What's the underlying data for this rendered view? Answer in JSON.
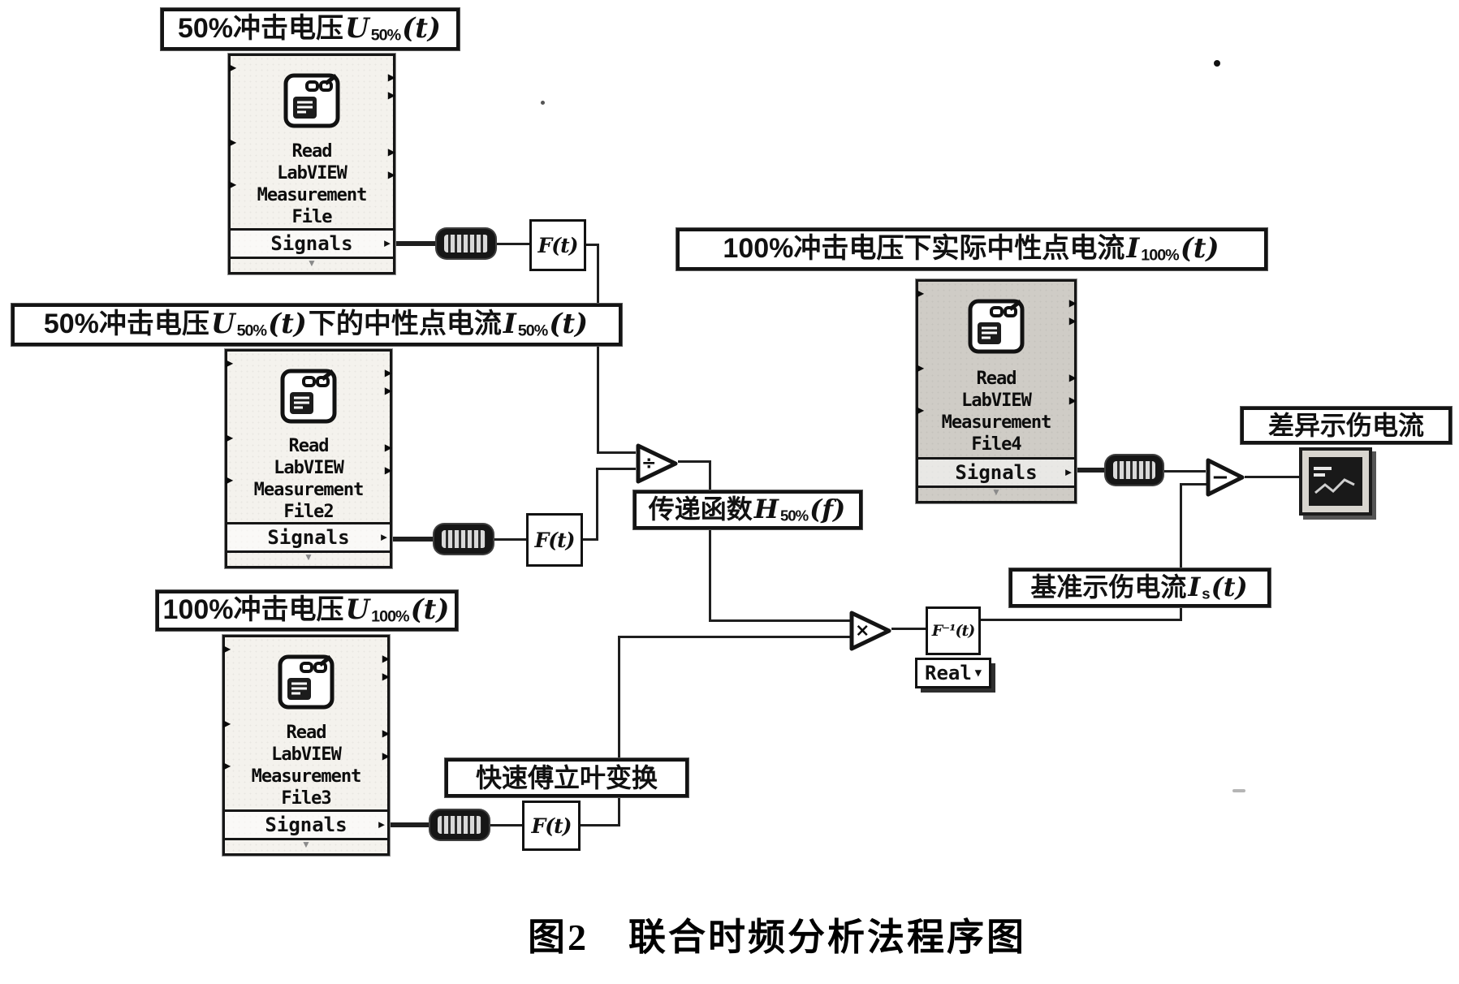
{
  "page": {
    "caption": "图2　联合时频分析法程序图"
  },
  "colors": {
    "ink": "#1a1a1a",
    "block_fill": "#f4f2ed",
    "block4_fill": "#cfccc6",
    "label_border": "#141414",
    "shadow": "#555555"
  },
  "glyphs": {
    "output_arrow": "▶",
    "input_arrow": "▶",
    "expand_arrow": "▼"
  },
  "labels": {
    "u50": {
      "parts": [
        {
          "text": "50%冲击电压"
        },
        {
          "text": "U",
          "cls": "it"
        },
        {
          "text": "50%",
          "cls": "sub"
        },
        {
          "text": "(t)",
          "cls": "it"
        }
      ]
    },
    "i50": {
      "parts": [
        {
          "text": "50%冲击电压"
        },
        {
          "text": "U",
          "cls": "it"
        },
        {
          "text": "50%",
          "cls": "sub"
        },
        {
          "text": "(t)",
          "cls": "it"
        },
        {
          "text": "下的中性点电流"
        },
        {
          "text": "I",
          "cls": "it"
        },
        {
          "text": "50%",
          "cls": "sub"
        },
        {
          "text": "(t)",
          "cls": "it"
        }
      ]
    },
    "u100": {
      "parts": [
        {
          "text": "100%冲击电压"
        },
        {
          "text": "U",
          "cls": "it"
        },
        {
          "text": "100%",
          "cls": "sub"
        },
        {
          "text": "(t)",
          "cls": "it"
        }
      ]
    },
    "i100": {
      "parts": [
        {
          "text": "100%冲击电压下实际中性点电流"
        },
        {
          "text": "I",
          "cls": "it"
        },
        {
          "text": "100%",
          "cls": "sub"
        },
        {
          "text": "(t)",
          "cls": "it"
        }
      ]
    },
    "transfer": {
      "parts": [
        {
          "text": "传递函数"
        },
        {
          "text": "H",
          "cls": "it"
        },
        {
          "text": "50%",
          "cls": "sub"
        },
        {
          "text": "(f)",
          "cls": "it"
        }
      ]
    },
    "fast_fft": {
      "parts": [
        {
          "text": "快速傅立叶变换"
        }
      ]
    },
    "reference": {
      "parts": [
        {
          "text": "基准示伤电流"
        },
        {
          "text": "I",
          "cls": "it"
        },
        {
          "text": "s",
          "cls": "sub"
        },
        {
          "text": "(t)",
          "cls": "it"
        }
      ]
    },
    "difference": {
      "parts": [
        {
          "text": "差异示伤电流"
        }
      ]
    }
  },
  "blocks": {
    "file1": {
      "lines": [
        "Read",
        "LabVIEW",
        "Measurement",
        "File"
      ],
      "output": "Signals"
    },
    "file2": {
      "lines": [
        "Read",
        "LabVIEW",
        "Measurement",
        "File2"
      ],
      "output": "Signals"
    },
    "file3": {
      "lines": [
        "Read",
        "LabVIEW",
        "Measurement",
        "File3"
      ],
      "output": "Signals"
    },
    "file4": {
      "lines": [
        "Read",
        "LabVIEW",
        "Measurement",
        "File4"
      ],
      "output": "Signals"
    }
  },
  "nodes": {
    "fft1": "F(t)",
    "fft2": "F(t)",
    "fft3": "F(t)",
    "inverse_fft": "F⁻¹(t)",
    "divide": "÷",
    "multiply": "×",
    "subtract": "−",
    "real_dropdown": {
      "value": "Real",
      "arrow": "▼"
    }
  }
}
